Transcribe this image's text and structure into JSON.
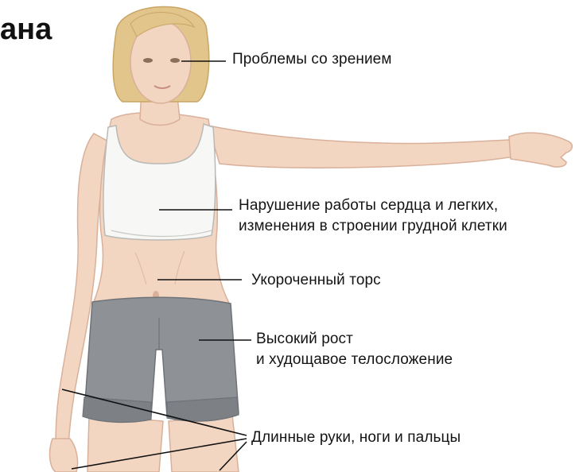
{
  "title_fragment": "ана",
  "labels": {
    "vision": "Проблемы со зрением",
    "heart_line1": "Нарушение работы сердца и легких,",
    "heart_line2": "изменения в строении грудной клетки",
    "torso": "Укороченный торс",
    "tall_line1": "Высокий рост",
    "tall_line2": "и худощавое телосложение",
    "limbs": "Длинные руки, ноги и пальцы"
  },
  "colors": {
    "skin": "#f2d6c2",
    "skin_shadow": "#d9b09a",
    "hair": "#e2c58a",
    "hair_shadow": "#c9a566",
    "top": "#f7f7f5",
    "shorts": "#8e9296",
    "shorts_dark": "#6f7378",
    "line": "#111111",
    "text": "#141414"
  }
}
